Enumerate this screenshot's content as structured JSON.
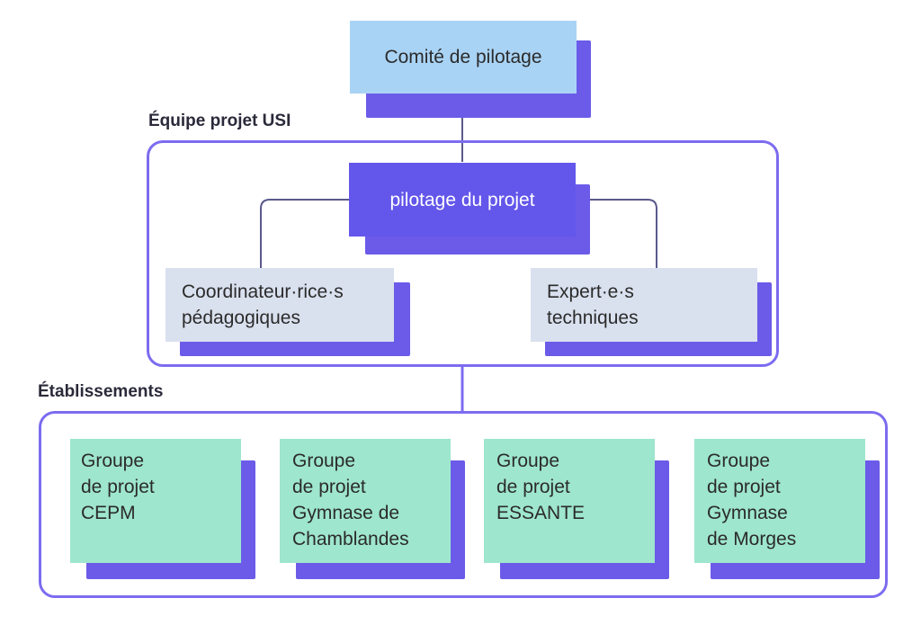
{
  "groups": {
    "usi_label": "Équipe projet USI",
    "etab_label": "Établissements"
  },
  "nodes": {
    "comite": "Comité de pilotage",
    "pilotage": "pilotage du projet",
    "coord": [
      "Coordinateur·rice·s",
      "pédagogiques"
    ],
    "experts": [
      "Expert·e·s",
      "techniques"
    ],
    "cepm": [
      "Groupe",
      "de projet",
      "CEPM"
    ],
    "chamblandes": [
      "Groupe",
      "de projet",
      "Gymnase de",
      "Chamblandes"
    ],
    "essante": [
      "Groupe",
      "de projet",
      "ESSANTE"
    ],
    "morges": [
      "Groupe",
      "de projet",
      "Gymnase",
      "de Morges"
    ]
  },
  "colors": {
    "frame": "#7c6cf0",
    "shadow": "#6b5be8",
    "comite_fill": "#a9d3f5",
    "pilotage_fill": "#6356ea",
    "team_fill": "#d9e0ee",
    "etab_fill": "#9ee6cd"
  }
}
